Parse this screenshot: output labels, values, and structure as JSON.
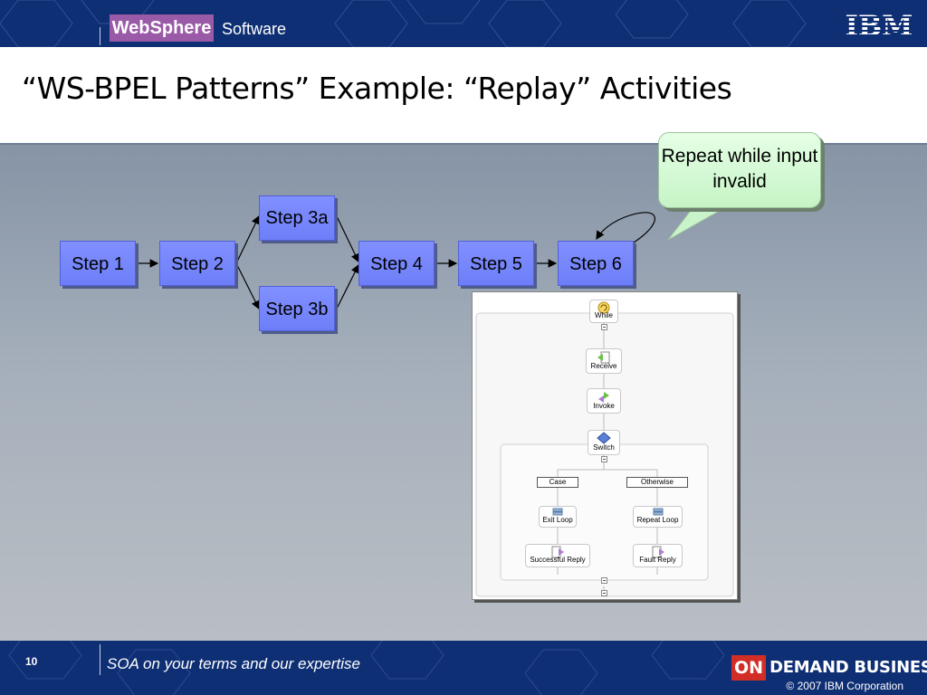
{
  "header": {
    "brand": "WebSphere",
    "product": "Software",
    "company_logo": "IBM"
  },
  "slide": {
    "title": "“WS-BPEL Patterns” Example: “Replay” Activities"
  },
  "flow": {
    "steps": [
      "Step 1",
      "Step 2",
      "Step 3a",
      "Step 3b",
      "Step 4",
      "Step 5",
      "Step 6"
    ],
    "callout": "Repeat while input invalid"
  },
  "bpel": {
    "while": "While",
    "receive": "Receive",
    "invoke": "Invoke",
    "switch": "Switch",
    "case": "Case",
    "otherwise": "Otherwise",
    "exit_loop": "Exit Loop",
    "repeat_loop": "Repeat Loop",
    "successful_reply": "Successful Reply",
    "fault_reply": "Fault Reply"
  },
  "footer": {
    "page_number": "10",
    "tagline": "SOA on your terms and our expertise",
    "odb_on": "ON",
    "odb_rest": "DEMAND BUSINESS",
    "copyright": "© 2007 IBM Corporation"
  },
  "colors": {
    "header_bg": "#0f2f74",
    "websphere_purple": "#9a5aa7",
    "step_blue": "#7585fb",
    "callout_green": "#d4f8d4",
    "odb_red": "#d22e27"
  }
}
